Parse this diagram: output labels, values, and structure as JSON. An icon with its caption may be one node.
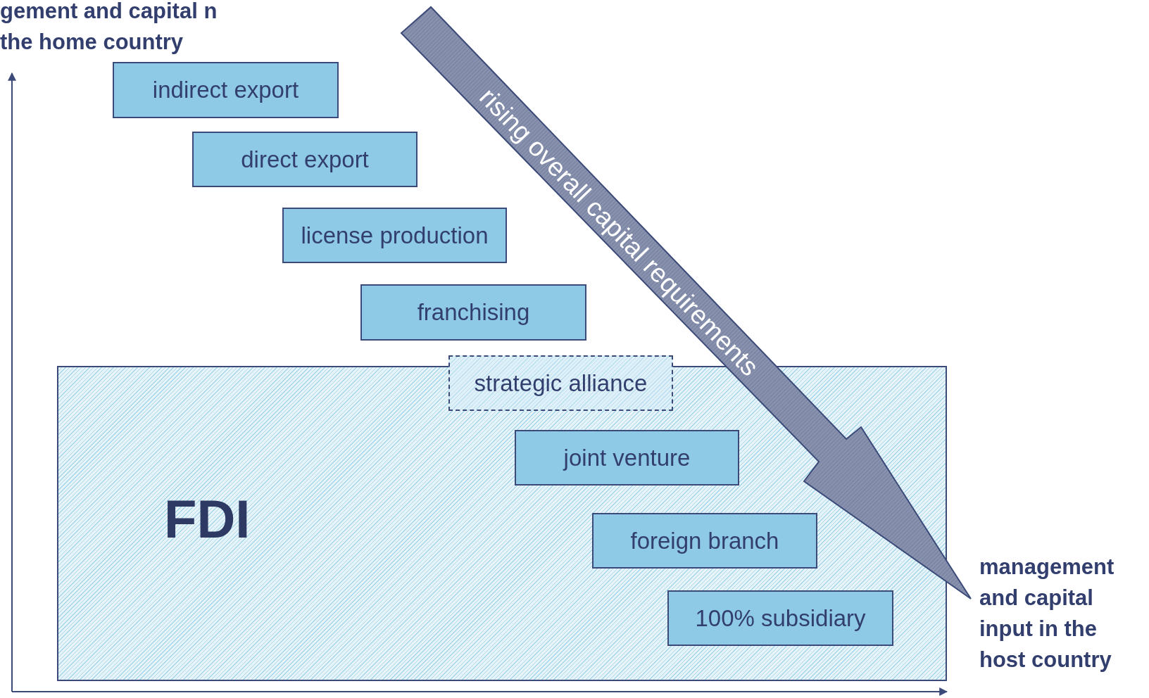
{
  "diagram": {
    "nodes": [
      {
        "text": [
          "FDI"
        ]
      },
      {
        "text": [
          "indirect export"
        ]
      },
      {
        "text": [
          "direct export"
        ]
      },
      {
        "text": [
          "license production"
        ]
      },
      {
        "text": [
          "franchising"
        ]
      },
      {
        "text": [
          "strategic alliance"
        ]
      },
      {
        "text": [
          "joint venture"
        ],
        "in": 0
      },
      {
        "text": [
          "foreign branch"
        ],
        "in": 0
      },
      {
        "text": [
          "100% subsidiary"
        ],
        "in": 0
      }
    ],
    "labels": [
      "gement and capital n the home country",
      "rising overall capital requirements",
      "management and capital input in the host country"
    ]
  }
}
